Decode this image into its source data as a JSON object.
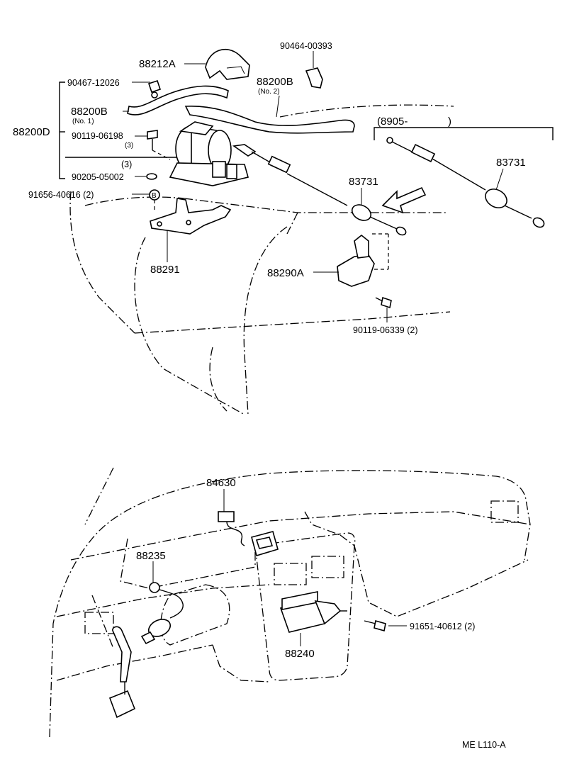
{
  "parts": {
    "p88212A": "88212A",
    "p90464": "90464-00393",
    "p90467": "90467-12026",
    "p88200B_1": "88200B",
    "p88200B_1_note": "(No. 1)",
    "p88200B_2": "88200B",
    "p88200B_2_note": "(No. 2)",
    "p88200D": "88200D",
    "p90119_06198": "90119-06198",
    "p90119_06198_qty": "(3)",
    "p3": "(3)",
    "p90205": "90205-05002",
    "p91656": "91656-40616 (2)",
    "p91656_marker": "B",
    "p8905": "(8905-",
    "p8905_close": ")",
    "p83731_a": "83731",
    "p83731_b": "83731",
    "p88291": "88291",
    "p88290A": "88290A",
    "p90119_06339": "90119-06339 (2)",
    "p84630": "84630",
    "p88235": "88235",
    "p88240": "88240",
    "p91651": "91651-40612 (2)"
  },
  "footer": {
    "code": "ME  L110-A"
  }
}
